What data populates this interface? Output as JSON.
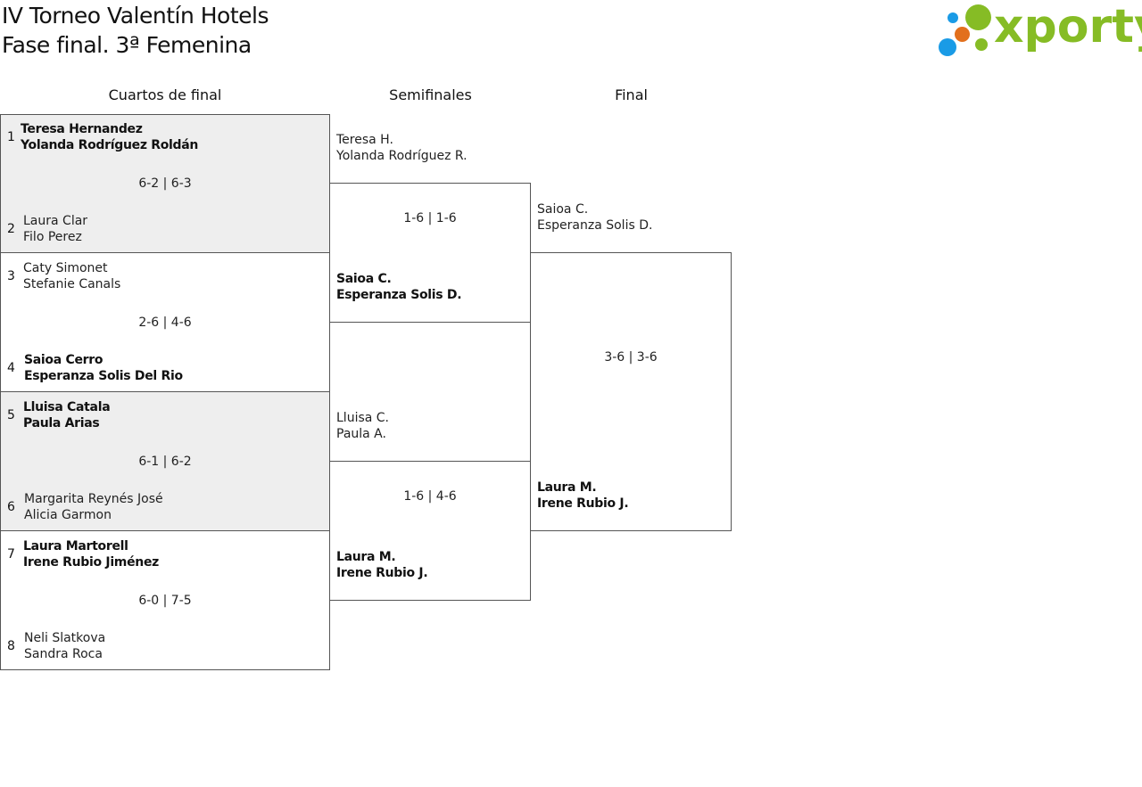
{
  "header": {
    "title_line1": "IV Torneo Valentín Hotels",
    "title_line2": "Fase final. 3ª Femenina"
  },
  "logo": {
    "text": "xporty",
    "colors": [
      "#1a9be6",
      "#e2701d",
      "#86bc25"
    ]
  },
  "rounds": {
    "quarterfinals": "Cuartos de final",
    "semifinals": "Semifinales",
    "final": "Final"
  },
  "quarterfinals": [
    {
      "top": {
        "seed": "1",
        "p1": "Teresa Hernandez",
        "p2": "Yolanda Rodríguez Roldán",
        "winner": true
      },
      "bottom": {
        "seed": "2",
        "p1": "Laura Clar",
        "p2": "Filo Perez",
        "winner": false
      },
      "score": "6-2 | 6-3"
    },
    {
      "top": {
        "seed": "3",
        "p1": "Caty Simonet",
        "p2": "Stefanie Canals",
        "winner": false
      },
      "bottom": {
        "seed": "4",
        "p1": "Saioa Cerro",
        "p2": "Esperanza Solis Del Rio",
        "winner": true
      },
      "score": "2-6 | 4-6"
    },
    {
      "top": {
        "seed": "5",
        "p1": "Lluisa Catala",
        "p2": "Paula Arias",
        "winner": true
      },
      "bottom": {
        "seed": "6",
        "p1": "Margarita Reynés José",
        "p2": "Alicia Garmon",
        "winner": false
      },
      "score": "6-1 | 6-2"
    },
    {
      "top": {
        "seed": "7",
        "p1": "Laura Martorell",
        "p2": "Irene Rubio Jiménez",
        "winner": true
      },
      "bottom": {
        "seed": "8",
        "p1": "Neli Slatkova",
        "p2": "Sandra Roca",
        "winner": false
      },
      "score": "6-0 | 7-5"
    }
  ],
  "semifinals": [
    {
      "top": {
        "p1": "Teresa H.",
        "p2": "Yolanda Rodríguez R.",
        "winner": false
      },
      "bottom": {
        "p1": "Saioa C.",
        "p2": "Esperanza Solis D.",
        "winner": true
      },
      "score": "1-6 | 1-6"
    },
    {
      "top": {
        "p1": "Lluisa C.",
        "p2": "Paula A.",
        "winner": false
      },
      "bottom": {
        "p1": "Laura M.",
        "p2": "Irene Rubio J.",
        "winner": true
      },
      "score": "1-6 | 4-6"
    }
  ],
  "final": {
    "top": {
      "p1": "Saioa C.",
      "p2": "Esperanza Solis D.",
      "winner": false
    },
    "bottom": {
      "p1": "Laura M.",
      "p2": "Irene Rubio J.",
      "winner": true
    },
    "score": "3-6 | 3-6"
  }
}
